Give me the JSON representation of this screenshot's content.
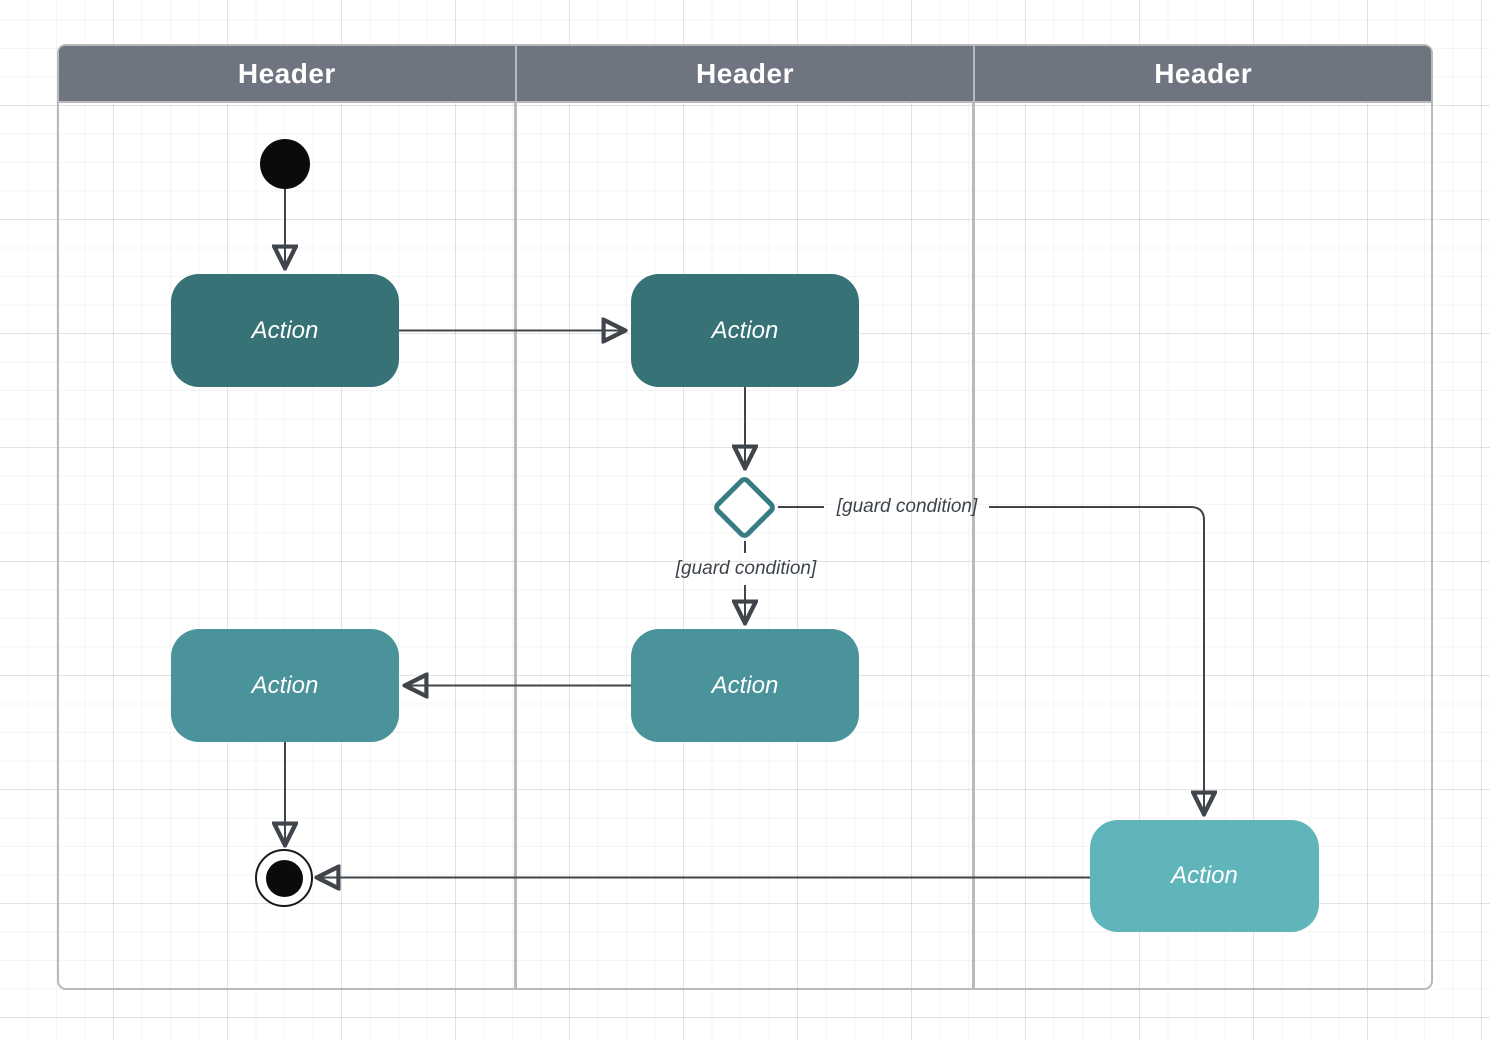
{
  "diagram": {
    "type": "uml-activity-swimlane",
    "lanes": [
      {
        "label": "Header"
      },
      {
        "label": "Header"
      },
      {
        "label": "Header"
      }
    ],
    "nodes": {
      "start": {
        "kind": "initial-node"
      },
      "action1": {
        "label": "Action",
        "lane": 1,
        "color": "#377277"
      },
      "action2": {
        "label": "Action",
        "lane": 2,
        "color": "#377277"
      },
      "decision": {
        "kind": "decision-diamond",
        "border_color": "#357d83"
      },
      "action3": {
        "label": "Action",
        "lane": 2,
        "color": "#4a939b"
      },
      "action4": {
        "label": "Action",
        "lane": 1,
        "color": "#4a939b"
      },
      "action5": {
        "label": "Action",
        "lane": 3,
        "color": "#60b5bb"
      },
      "end": {
        "kind": "final-node"
      }
    },
    "labels": {
      "guard_right": "[guard condition]",
      "guard_down": "[guard condition]"
    },
    "colors": {
      "header_bg": "#6f7580",
      "header_text": "#ffffff",
      "lane_border": "#b9b9b9",
      "arrow": "#3f454a",
      "canvas_bg": "#ffffff"
    }
  }
}
